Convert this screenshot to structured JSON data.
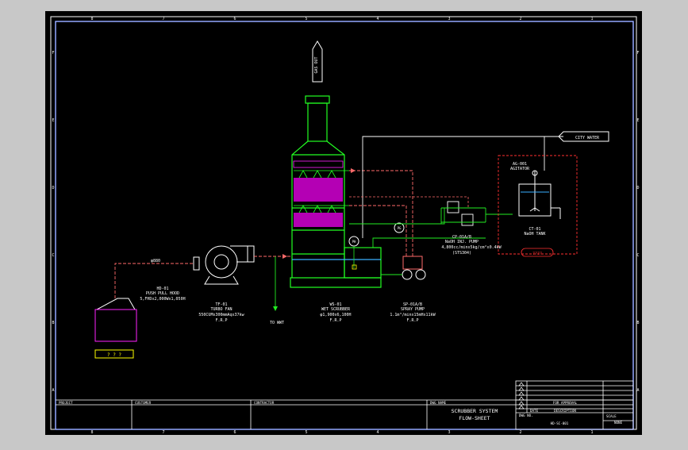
{
  "colors": {
    "frame": "#ffffff",
    "pipe_gas": "#ff6a6a",
    "pipe_liquid": "#22ee22",
    "vessel": "#22ff22",
    "packing": "#ff22ff",
    "label": "#ffffff",
    "warn": "#ffff00",
    "title_block": "#ffffff"
  },
  "labels": {
    "gas_out": "GAS OUT",
    "city_water": "CITY WATER",
    "to_wwt": "TO WWT",
    "pipe_size": "φ880",
    "hood_code": "HD-01",
    "hood_name": "PUSH PULL HOOD",
    "hood_spec": "5,FHDx2,000Wx1,050H",
    "hood_tag": "? ? ?",
    "fan_code": "TF-01",
    "fan_name": "TURBO FAN",
    "fan_spec": "550CUMx300mmAqx37kw",
    "fan_mat": "F.R.P",
    "scrubber_code": "WS-01",
    "scrubber_name": "WET SCRUBBER",
    "scrubber_spec": "φ1,900x6,100H",
    "scrubber_mat": "F.R.P",
    "spray_code": "SP-01A/B",
    "spray_name": "SPRAY PUMP",
    "spray_spec": "1.1m³/minx15mHx11kW",
    "spray_mat": "F.R.P",
    "cp_code": "CP-01A/B",
    "cp_name": "NaOH INJ. PUMP",
    "cp_spec": "4,800cc/minx5kg/cm²x0.4kW",
    "cp_mat": "(STS304)",
    "ag_code": "AG-001",
    "ag_name": "AGITATOR",
    "ct_code": "CT-01",
    "ct_name": "NaOH TANK",
    "ct_tag": "????",
    "ph": "PH",
    "pi": "PG"
  },
  "title_block": {
    "project_label": "PROJECT",
    "customer_label": "CUSTOMER",
    "contractor_label": "CONTRACTOR",
    "dwg_name_label": "DWG NAME",
    "title_line1": "SCRUBBER SYSTEM",
    "title_line2": "FLOW-SHEET",
    "dwg_no_label": "DWG NO.",
    "dwg_no": "HD-SC-001",
    "rev_label": "FOR APPROVAL",
    "desc_label": "DESCRIPTION",
    "date_label": "DATE",
    "scale_label": "SCALE",
    "scale_value": "NONE"
  },
  "border": {
    "top_marks": [
      "8",
      "7",
      "6",
      "5",
      "4",
      "3",
      "2",
      "1"
    ],
    "bottom_marks": [
      "8",
      "7",
      "6",
      "5",
      "4",
      "3",
      "2",
      "1"
    ],
    "left_marks": [
      "F",
      "E",
      "D",
      "C",
      "B",
      "A"
    ],
    "right_marks": [
      "F",
      "E",
      "D",
      "C",
      "B",
      "A"
    ]
  }
}
